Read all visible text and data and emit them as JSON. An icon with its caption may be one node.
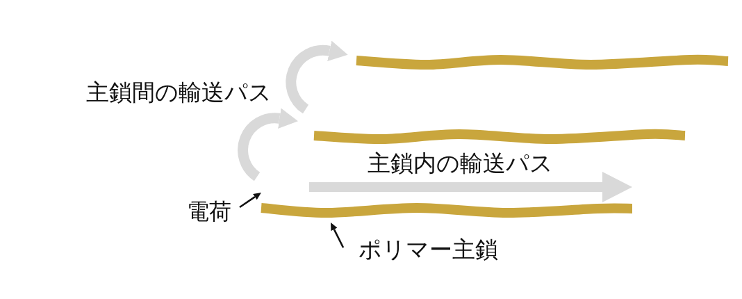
{
  "diagram": {
    "nodes": [
      {
        "text": [],
        "shape": "bar"
      },
      {
        "text": [],
        "shape": "bar"
      },
      {
        "text": [
          "電荷"
        ]
      },
      {
        "text": [],
        "shape": "bar"
      },
      {
        "text": [
          "ポリマー主鎖"
        ]
      }
    ],
    "edges": [
      {
        "from": 3,
        "to": 1,
        "arrow": "to",
        "style": "thick",
        "color": "#d9d9d9"
      },
      {
        "from": 1,
        "to": 0,
        "arrow": "to",
        "style": "thick",
        "color": "#d9d9d9"
      },
      {
        "from": 2,
        "to": 3,
        "arrow": "to",
        "color": "#111111"
      },
      {
        "from": 4,
        "to": 3,
        "arrow": "to",
        "color": "#111111"
      }
    ],
    "labels": [
      "主鎖間の輸送パス",
      "主鎖内の輸送パス"
    ]
  }
}
